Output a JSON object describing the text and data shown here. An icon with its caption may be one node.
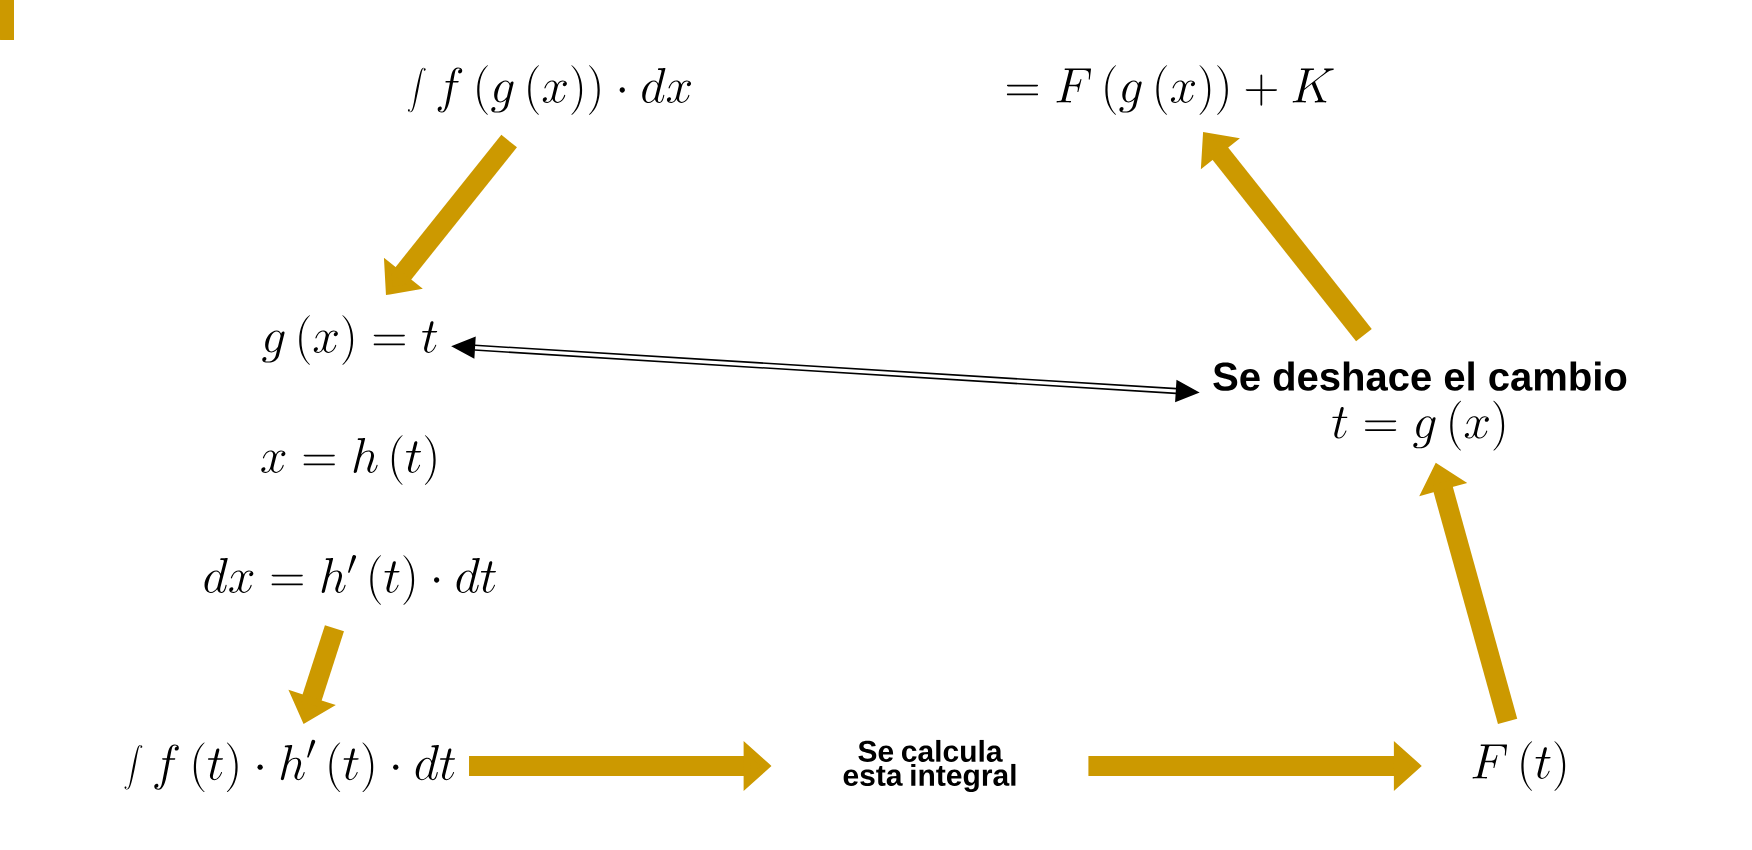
{
  "diagram": {
    "nodes": [
      {
        "text": [
          "\\int f\\left(g\\left(x\\right)\\right)\\cdot dx"
        ]
      },
      {
        "text": [
          "=F\\left(g\\left(x\\right)\\right)+K"
        ]
      },
      {
        "text": [
          "g\\left(x\\right)=t"
        ]
      },
      {
        "text": [
          "x=h\\left(t\\right)"
        ]
      },
      {
        "text": [
          "dx=h'\\left(t\\right)\\cdot dt"
        ]
      },
      {
        "text": [
          "\\int f\\left(t\\right)\\cdot h'\\left(t\\right)\\cdot dt"
        ]
      },
      {
        "text": [
          "Se calcula esta integral"
        ]
      },
      {
        "text": [
          "F\\left(t\\right)"
        ]
      },
      {
        "text": [
          "Se deshace el cambio",
          "t=g\\left(x\\right)"
        ]
      }
    ],
    "edges": [
      {
        "from": 0,
        "to": 2,
        "arrow": "to"
      },
      {
        "from": 4,
        "to": 5,
        "arrow": "to"
      },
      {
        "from": 5,
        "to": 6,
        "arrow": "to"
      },
      {
        "from": 6,
        "to": 7,
        "arrow": "to"
      },
      {
        "from": 7,
        "to": 8,
        "arrow": "to"
      },
      {
        "from": 8,
        "to": 1,
        "arrow": "to"
      },
      {
        "from": 2,
        "to": 8,
        "arrow": "both",
        "color": "#000000"
      }
    ]
  }
}
